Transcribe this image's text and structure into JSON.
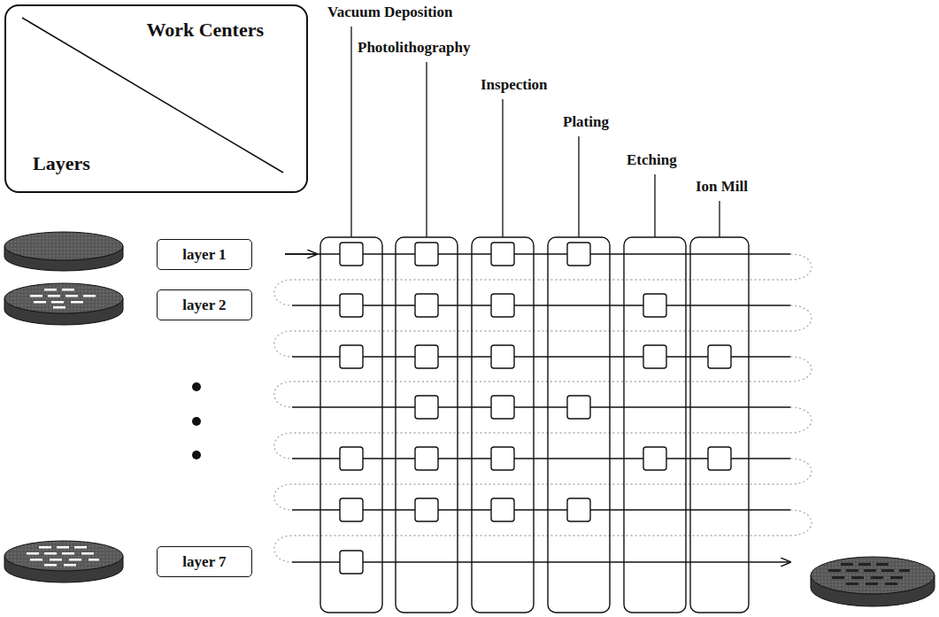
{
  "diagram": {
    "nodes": [
      {
        "text": [
          "Work Centers",
          "Layers"
        ]
      },
      {
        "text": [
          "layer 1"
        ]
      },
      {
        "text": [
          "layer 2"
        ]
      },
      {
        "text": [
          "layer 7"
        ]
      }
    ],
    "labels": [
      "Vacuum Deposition",
      "Photolithography",
      "Inspection",
      "Plating",
      "Etching",
      "Ion Mill"
    ]
  }
}
